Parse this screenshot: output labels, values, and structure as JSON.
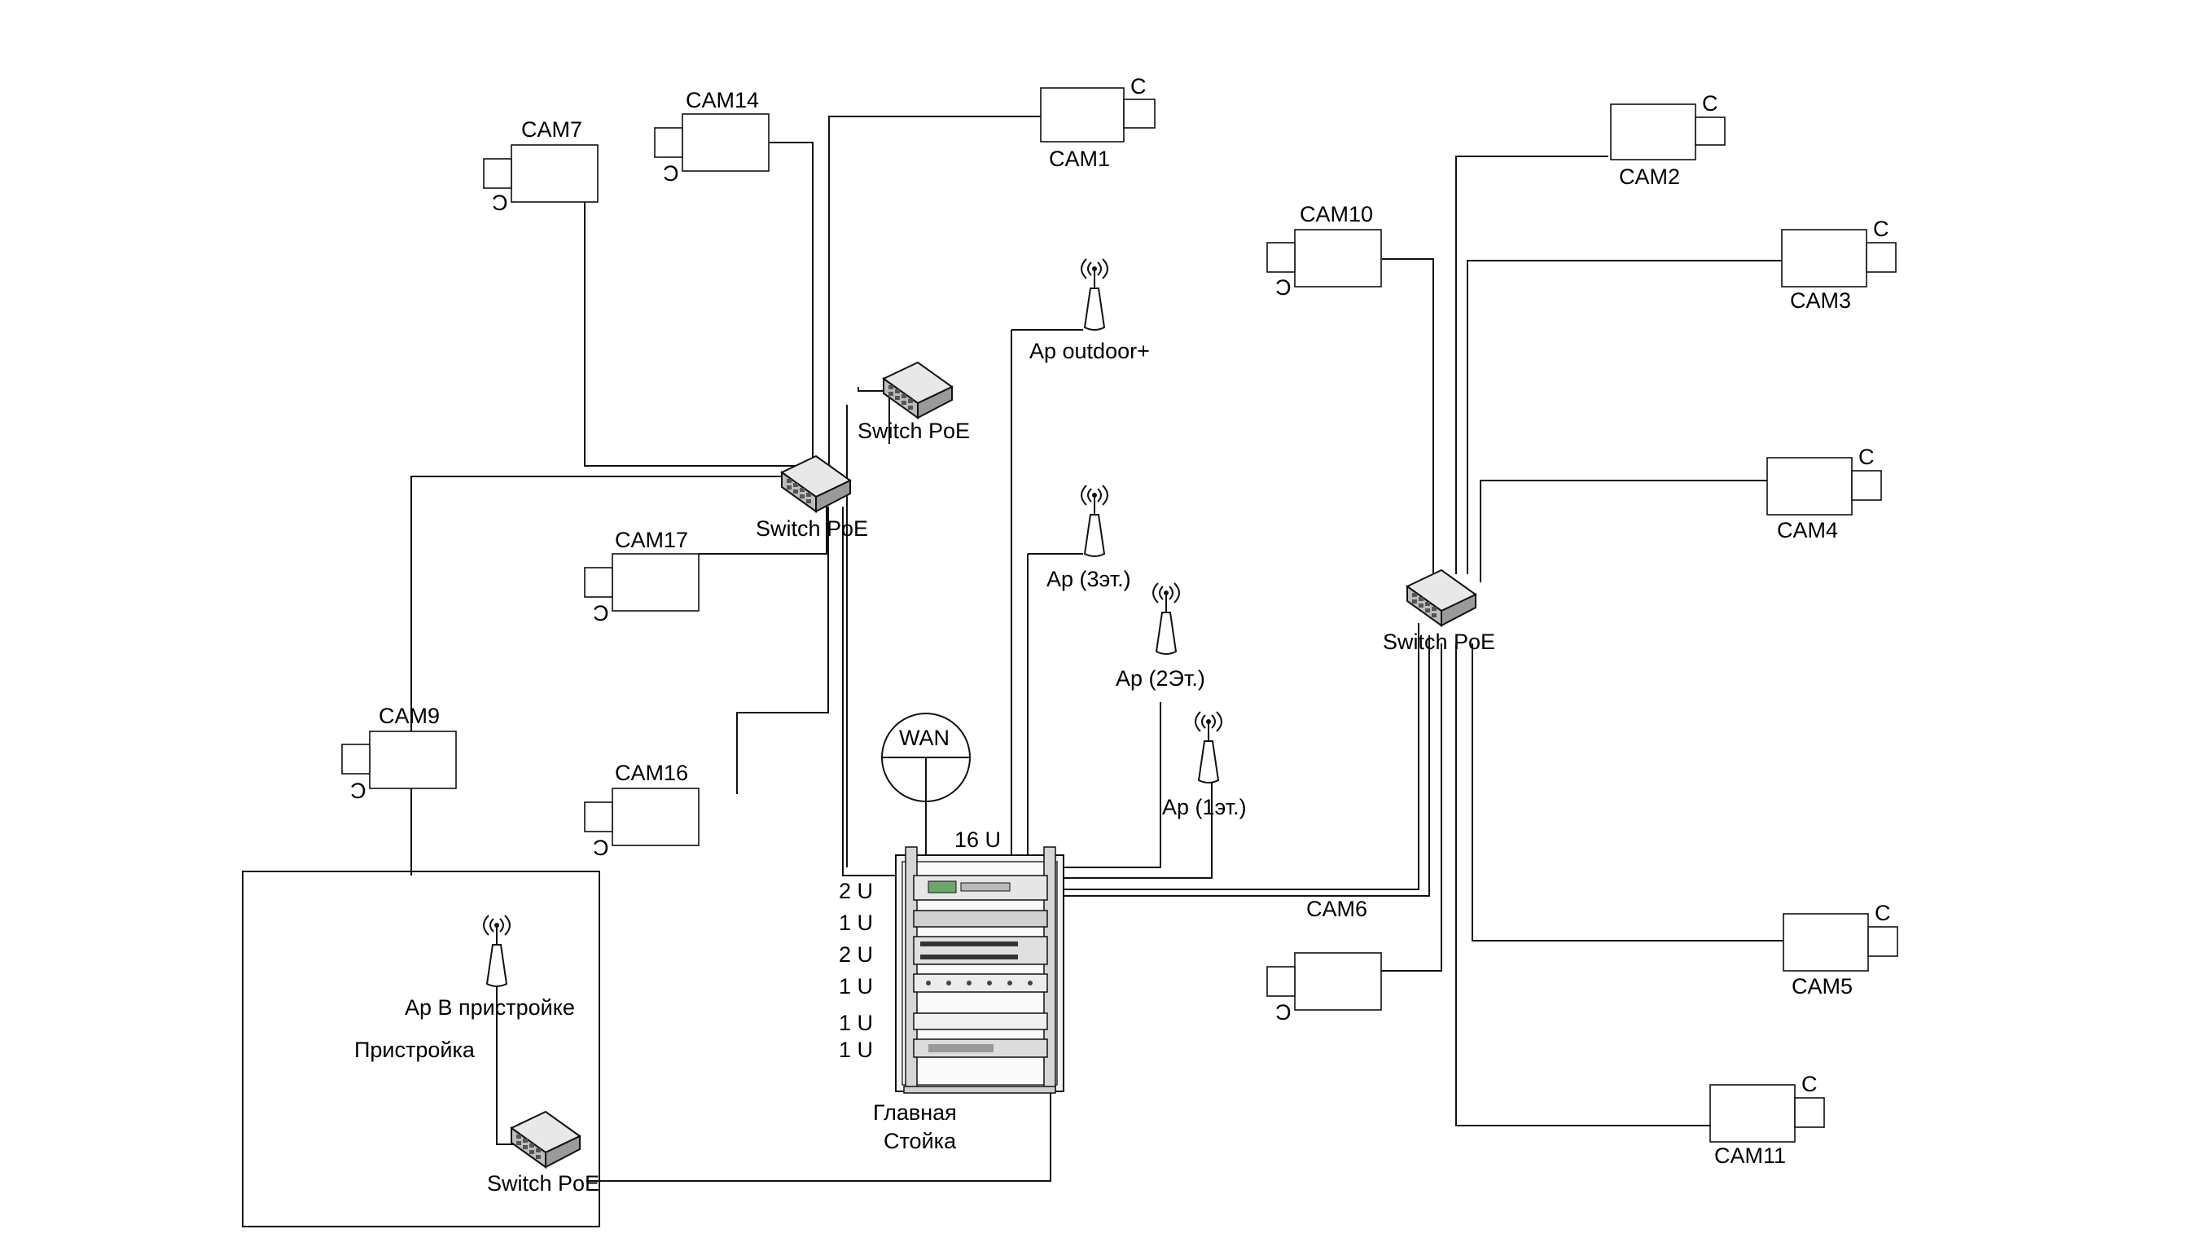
{
  "cameras": {
    "cam1": "CAM1",
    "cam2": "CAM2",
    "cam3": "CAM3",
    "cam4": "CAM4",
    "cam5": "CAM5",
    "cam6": "CAM6",
    "cam7": "CAM7",
    "cam9": "CAM9",
    "cam10": "CAM10",
    "cam11": "CAM11",
    "cam14": "CAM14",
    "cam16": "CAM16",
    "cam17": "CAM17"
  },
  "switches": {
    "main": "Switch PoE",
    "top": "Switch PoE",
    "right": "Switch PoE",
    "annex": "Switch PoE"
  },
  "access_points": {
    "outdoor": "Ap outdoor+",
    "floor3": "Ap (3эт.)",
    "floor2": "Ap (2Эт.)",
    "floor1": "Ap (1эт.)",
    "annex": "Ap B пристройке"
  },
  "wan": "WAN",
  "rack": {
    "height_label": "16 U",
    "units": [
      "2 U",
      "1 U",
      "2 U",
      "1 U",
      "1 U",
      "1 U"
    ],
    "caption_line1": "Главная",
    "caption_line2": "Стойка"
  },
  "annex_label": "Пристройка",
  "cam_lens_glyph": "C",
  "cam_lens_glyph_mirrored": "Ͻ"
}
